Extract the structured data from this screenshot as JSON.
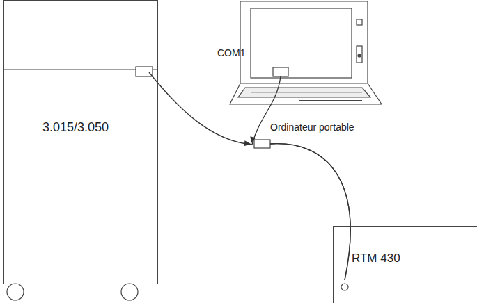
{
  "diagram": {
    "nodes": [
      {
        "text": [
          "3.015/3.050"
        ]
      },
      {
        "text": [
          "Ordinateur portable"
        ]
      },
      {
        "text": [
          "RTM 430"
        ]
      }
    ],
    "edges": [
      {
        "from": 0,
        "to": 2,
        "arrow": "to"
      },
      {
        "from": 1,
        "to": 2,
        "arrow": "to"
      }
    ],
    "labels": [
      "COM1"
    ]
  }
}
